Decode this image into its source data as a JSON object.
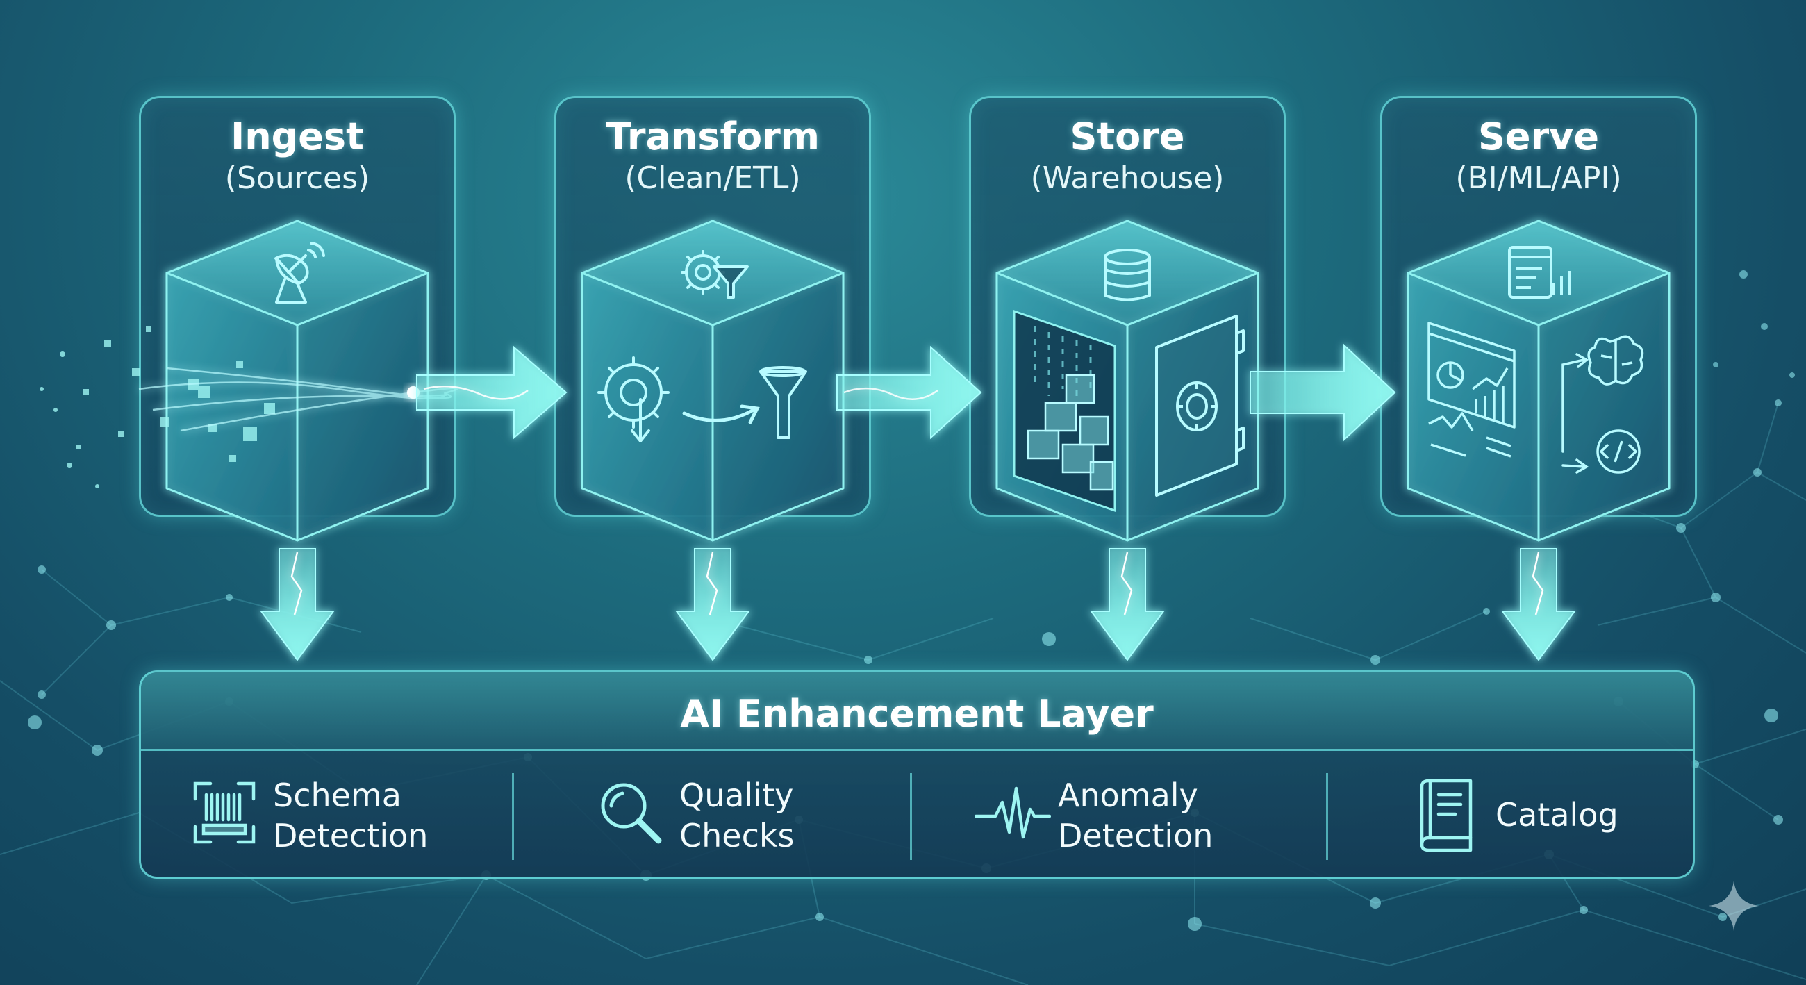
{
  "stages": [
    {
      "title": "Ingest",
      "subtitle": "(Sources)",
      "icon": "satellite-dish-icon"
    },
    {
      "title": "Transform",
      "subtitle": "(Clean/ETL)",
      "icon": "gear-filter-icon"
    },
    {
      "title": "Store",
      "subtitle": "(Warehouse)",
      "icon": "database-vault-icon"
    },
    {
      "title": "Serve",
      "subtitle": "(BI/ML/API)",
      "icon": "dashboard-chart-icon"
    }
  ],
  "layer": {
    "title": "AI Enhancement Layer",
    "features": [
      {
        "lines": [
          "Schema",
          "Detection"
        ],
        "icon": "barcode-scan-icon"
      },
      {
        "lines": [
          "Quality",
          "Checks"
        ],
        "icon": "magnifier-icon"
      },
      {
        "lines": [
          "Anomaly",
          "Detection"
        ],
        "icon": "pulse-wave-icon"
      },
      {
        "lines": [
          "Catalog"
        ],
        "icon": "book-icon"
      }
    ]
  },
  "colors": {
    "accent": "#6fe8e8",
    "glow": "#a8ffff",
    "background": "#1a5d72",
    "arrow": "#7ff1ea"
  }
}
